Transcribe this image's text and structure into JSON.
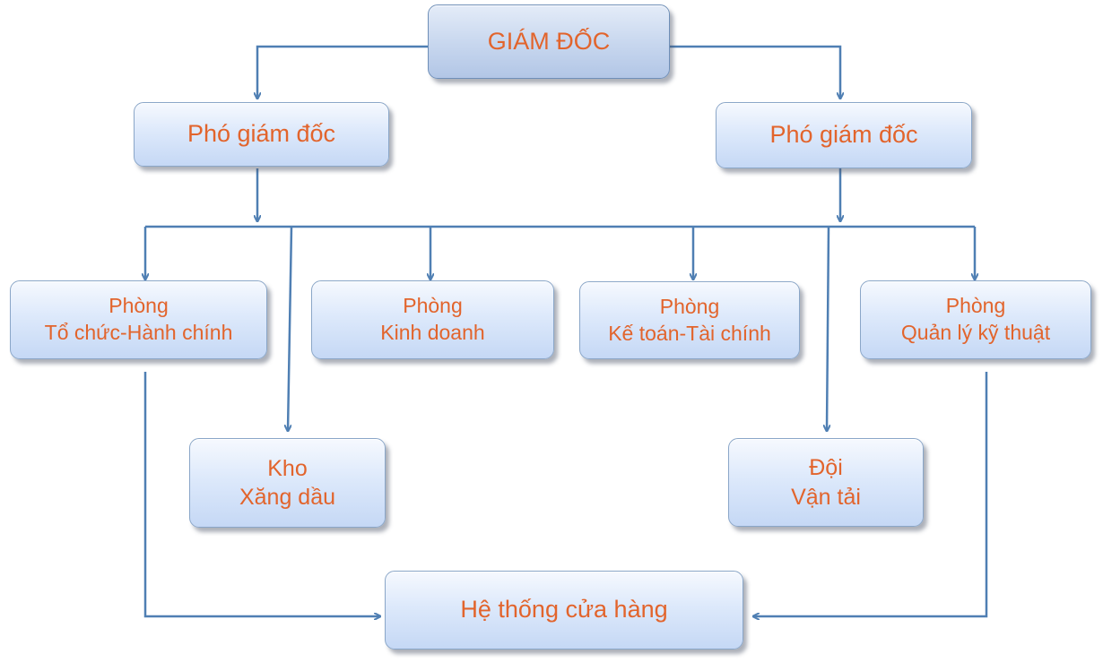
{
  "director": {
    "label": "GIÁM ĐỐC"
  },
  "deputies": [
    {
      "label": "Phó giám đốc"
    },
    {
      "label": "Phó giám đốc"
    }
  ],
  "departments": [
    {
      "line1": "Phòng",
      "line2": "Tổ chức-Hành chính"
    },
    {
      "line1": "Phòng",
      "line2": "Kinh doanh"
    },
    {
      "line1": "Phòng",
      "line2": "Kế toán-Tài chính"
    },
    {
      "line1": "Phòng",
      "line2": "Quản lý kỹ thuật"
    }
  ],
  "units": [
    {
      "line1": "Kho",
      "line2": "Xăng dầu"
    },
    {
      "line1": "Đội",
      "line2": "Vận tải"
    }
  ],
  "stores": {
    "label": "Hệ thống cửa hàng"
  },
  "colors": {
    "text": "#e2642c",
    "connector": "#4f7fb3",
    "box_fill": "#d6e4f8",
    "box_border": "#8aa6c8"
  }
}
